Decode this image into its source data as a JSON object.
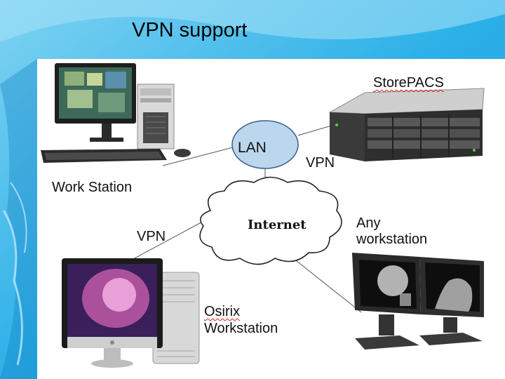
{
  "slide": {
    "title": "VPN support",
    "colors": {
      "background": "#38b6e6",
      "panel": "#ffffff",
      "lan_fill": "#bcd6ee",
      "line": "#555555"
    }
  },
  "nodes": {
    "workstation": {
      "label": "Work Station",
      "icon": "desktop-computer-icon"
    },
    "storepacs": {
      "label": "StorePACS",
      "icon": "rack-server-icon"
    },
    "lan": {
      "label": "LAN",
      "shape": "ellipse"
    },
    "internet": {
      "label": "Internet",
      "shape": "cloud"
    },
    "any_workstation": {
      "line1": "Any",
      "line2": "workstation",
      "icon": "dual-monitor-xray-icon"
    },
    "osirix": {
      "line1": "Osirix",
      "line2": "Workstation",
      "icon": "imac-macpro-icon"
    }
  },
  "links": {
    "vpn_storepacs": "VPN",
    "vpn_osirix": "VPN"
  }
}
